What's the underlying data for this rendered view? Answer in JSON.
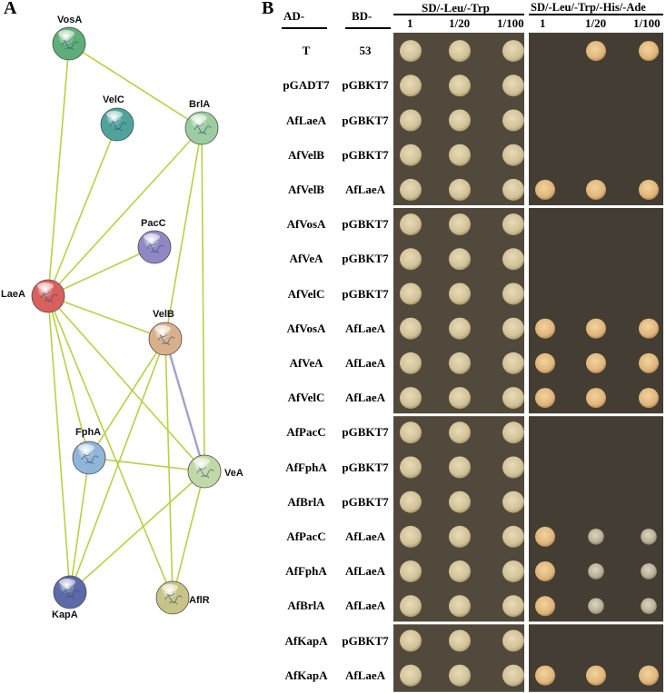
{
  "panel_a": {
    "letter": "A",
    "nodes": [
      {
        "id": "VosA",
        "label": "VosA",
        "color": "#5fae77"
      },
      {
        "id": "VelC",
        "label": "VelC",
        "color": "#4fa39b"
      },
      {
        "id": "BrlA",
        "label": "BrlA",
        "color": "#9ccc9f"
      },
      {
        "id": "PacC",
        "label": "PacC",
        "color": "#8f88c2"
      },
      {
        "id": "LaeA",
        "label": "LaeA",
        "color": "#d9605d"
      },
      {
        "id": "VelB",
        "label": "VelB",
        "color": "#d9b08a"
      },
      {
        "id": "FphA",
        "label": "FphA",
        "color": "#8fb5d8"
      },
      {
        "id": "VeA",
        "label": "VeA",
        "color": "#c2d8a6"
      },
      {
        "id": "KapA",
        "label": "KapA",
        "color": "#5d6aa8"
      },
      {
        "id": "AflR",
        "label": "AflR",
        "color": "#c8c487"
      }
    ],
    "edges": [
      {
        "from": "VosA",
        "to": "LaeA",
        "color": "#b7d146"
      },
      {
        "from": "VosA",
        "to": "BrlA",
        "color": "#b7d146"
      },
      {
        "from": "VelC",
        "to": "LaeA",
        "color": "#b7d146"
      },
      {
        "from": "BrlA",
        "to": "LaeA",
        "color": "#b7d146"
      },
      {
        "from": "BrlA",
        "to": "VelB",
        "color": "#b7d146"
      },
      {
        "from": "BrlA",
        "to": "VeA",
        "color": "#b7d146"
      },
      {
        "from": "PacC",
        "to": "LaeA",
        "color": "#b7d146"
      },
      {
        "from": "LaeA",
        "to": "VelB",
        "color": "#b7d146"
      },
      {
        "from": "LaeA",
        "to": "VeA",
        "color": "#b7d146"
      },
      {
        "from": "LaeA",
        "to": "FphA",
        "color": "#b7d146"
      },
      {
        "from": "LaeA",
        "to": "KapA",
        "color": "#b7d146"
      },
      {
        "from": "LaeA",
        "to": "AflR",
        "color": "#b7d146"
      },
      {
        "from": "VelB",
        "to": "VeA",
        "color": "#9fa3c9"
      },
      {
        "from": "VelB",
        "to": "FphA",
        "color": "#b7d146"
      },
      {
        "from": "VelB",
        "to": "KapA",
        "color": "#b7d146"
      },
      {
        "from": "VelB",
        "to": "AflR",
        "color": "#b7d146"
      },
      {
        "from": "FphA",
        "to": "VeA",
        "color": "#b7d146"
      },
      {
        "from": "FphA",
        "to": "KapA",
        "color": "#b7d146"
      },
      {
        "from": "VeA",
        "to": "KapA",
        "color": "#b7d146"
      },
      {
        "from": "VeA",
        "to": "AflR",
        "color": "#b7d146"
      }
    ]
  },
  "panel_b": {
    "letter": "B",
    "col_ad": "AD-",
    "col_bd": "BD-",
    "medium1": "SD/-Leu/-Trp",
    "medium2": "SD/-Leu/-Trp/-His/-Ade",
    "dilutions": [
      "1",
      "1/20",
      "1/100"
    ],
    "rows": [
      {
        "ad": "T",
        "bd": "53",
        "m1": [
          1,
          1,
          1
        ],
        "m2": [
          0,
          1,
          1
        ]
      },
      {
        "ad": "pGADT7",
        "bd": "pGBKT7",
        "m1": [
          1,
          1,
          1
        ],
        "m2": [
          0,
          0,
          0
        ]
      },
      {
        "ad": "AfLaeA",
        "bd": "pGBKT7",
        "m1": [
          1,
          1,
          1
        ],
        "m2": [
          0,
          0,
          0
        ]
      },
      {
        "ad": "AfVelB",
        "bd": "pGBKT7",
        "m1": [
          1,
          1,
          1
        ],
        "m2": [
          0,
          0,
          0
        ]
      },
      {
        "ad": "AfVelB",
        "bd": "AfLaeA",
        "m1": [
          1,
          1,
          1
        ],
        "m2": [
          1,
          1,
          1
        ]
      },
      {
        "ad": "AfVosA",
        "bd": "pGBKT7",
        "m1": [
          1,
          1,
          1
        ],
        "m2": [
          0,
          0,
          0
        ]
      },
      {
        "ad": "AfVeA",
        "bd": "pGBKT7",
        "m1": [
          1,
          1,
          1
        ],
        "m2": [
          0,
          0,
          0
        ]
      },
      {
        "ad": "AfVelC",
        "bd": "pGBKT7",
        "m1": [
          1,
          1,
          1
        ],
        "m2": [
          0,
          0,
          0
        ]
      },
      {
        "ad": "AfVosA",
        "bd": "AfLaeA",
        "m1": [
          1,
          1,
          1
        ],
        "m2": [
          1,
          1,
          1
        ]
      },
      {
        "ad": "AfVeA",
        "bd": "AfLaeA",
        "m1": [
          1,
          1,
          1
        ],
        "m2": [
          1,
          1,
          1
        ]
      },
      {
        "ad": "AfVelC",
        "bd": "AfLaeA",
        "m1": [
          1,
          1,
          1
        ],
        "m2": [
          1,
          1,
          1
        ]
      },
      {
        "ad": "AfPacC",
        "bd": "pGBKT7",
        "m1": [
          1,
          1,
          1
        ],
        "m2": [
          0,
          0,
          0
        ]
      },
      {
        "ad": "AfFphA",
        "bd": "pGBKT7",
        "m1": [
          1,
          1,
          1
        ],
        "m2": [
          0,
          0,
          0
        ]
      },
      {
        "ad": "AfBrlA",
        "bd": "pGBKT7",
        "m1": [
          1,
          1,
          1
        ],
        "m2": [
          0,
          0,
          0
        ]
      },
      {
        "ad": "AfPacC",
        "bd": "AfLaeA",
        "m1": [
          1,
          1,
          1
        ],
        "m2": [
          1,
          0.8,
          0.8
        ]
      },
      {
        "ad": "AfFphA",
        "bd": "AfLaeA",
        "m1": [
          1,
          1,
          1
        ],
        "m2": [
          1,
          0.8,
          0.8
        ]
      },
      {
        "ad": "AfBrlA",
        "bd": "AfLaeA",
        "m1": [
          1,
          1,
          1
        ],
        "m2": [
          1,
          0.8,
          0.8
        ]
      },
      {
        "ad": "AfKapA",
        "bd": "pGBKT7",
        "m1": [
          1,
          1,
          1
        ],
        "m2": [
          0,
          0,
          0
        ]
      },
      {
        "ad": "AfKapA",
        "bd": "AfLaeA",
        "m1": [
          1,
          1,
          1
        ],
        "m2": [
          1,
          1,
          1
        ]
      }
    ],
    "colors": {
      "plate1": "#585040",
      "plate2": "#494338",
      "colony1": "#d8c8a0",
      "colony2": "#e5c28a"
    }
  }
}
